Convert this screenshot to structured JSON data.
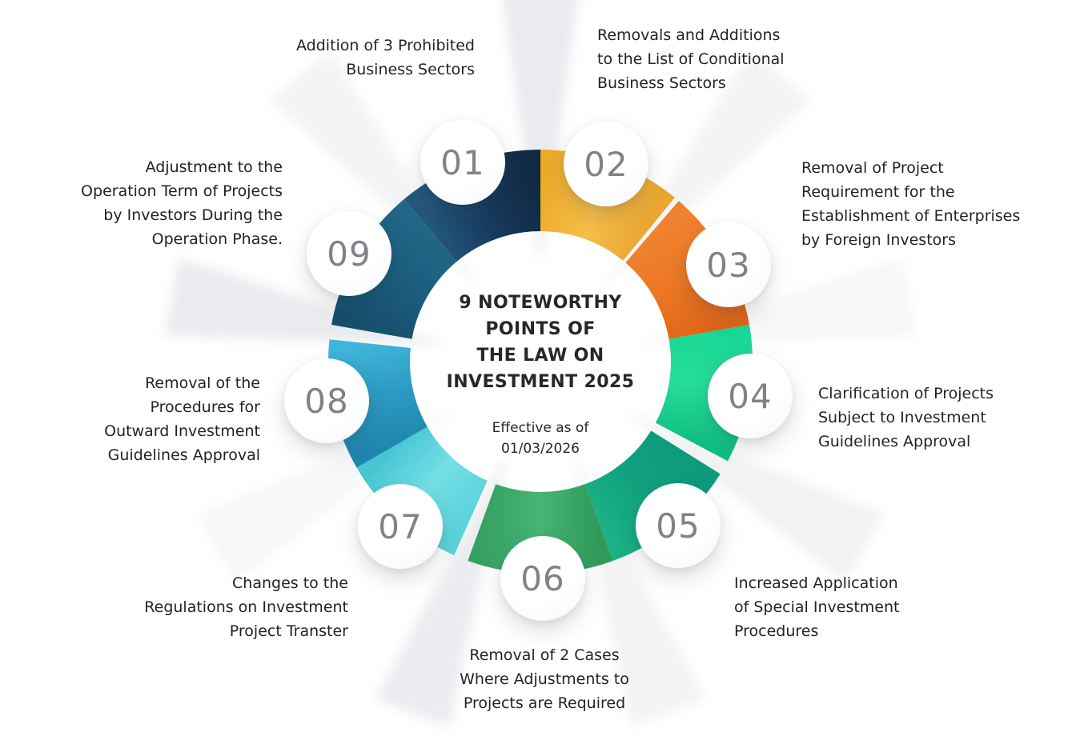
{
  "palette": {
    "background": "#ffffff",
    "text": "#1f2226",
    "number_gray": "#7f8387",
    "shadow_ray": "#e7e9ed"
  },
  "center": {
    "title": "9 NOTEWORTHY\nPOINTS OF\nTHE LAW ON\nINVESTMENT 2025",
    "subtitle": "Effective as of\n01/03/2026"
  },
  "wheel": {
    "segments": [
      {
        "number": "01",
        "label": "Addition of 3 Prohibited\nBusiness Sectors",
        "colors": {
          "c_start": "#24587c",
          "c_mid": "#173a5e",
          "c_end": "#0f2a42"
        }
      },
      {
        "number": "02",
        "label": "Removals and Additions\nto the List of Conditional\nBusiness Sectors",
        "colors": {
          "c_start": "#edaa28",
          "c_mid": "#f7bd4a",
          "c_end": "#e9a530"
        }
      },
      {
        "number": "03",
        "label": "Removal of Project\nRequirement for the\nEstablishment of Enterprises\nby Foreign Investors",
        "colors": {
          "c_start": "#ef8330",
          "c_mid": "#ec7724",
          "c_end": "#de6518"
        }
      },
      {
        "number": "04",
        "label": "Clarification of Projects\nSubject to Investment\nGuidelines Approval",
        "colors": {
          "c_start": "#19d795",
          "c_mid": "#27dc98",
          "c_end": "#10bf82"
        }
      },
      {
        "number": "05",
        "label": "Increased Application\nof Special Investment\nProcedures",
        "colors": {
          "c_start": "#0c9b7d",
          "c_mid": "#11a07e",
          "c_end": "#1bb185"
        }
      },
      {
        "number": "06",
        "label": "Removal of 2 Cases\nWhere Adjustments to\nProjects are Required",
        "colors": {
          "c_start": "#2f9a5a",
          "c_mid": "#46b573",
          "c_end": "#35a061"
        }
      },
      {
        "number": "07",
        "label": "Changes to the\nRegulations on Investment\nProject Transter",
        "colors": {
          "c_start": "#5bd3db",
          "c_mid": "#74dee5",
          "c_end": "#45c6d2"
        }
      },
      {
        "number": "08",
        "label": "Removal of the\nProcedures for\nOutward Investment\nGuidelines Approval",
        "colors": {
          "c_start": "#1f86ae",
          "c_mid": "#2d9ac3",
          "c_end": "#3fb5d9"
        }
      },
      {
        "number": "09",
        "label": "Adjustment to the\nOperation Term of Projects\nby Investors During the\nOperation Phase.",
        "colors": {
          "c_start": "#164f6b",
          "c_mid": "#1c5d7e",
          "c_end": "#226787"
        }
      }
    ]
  }
}
